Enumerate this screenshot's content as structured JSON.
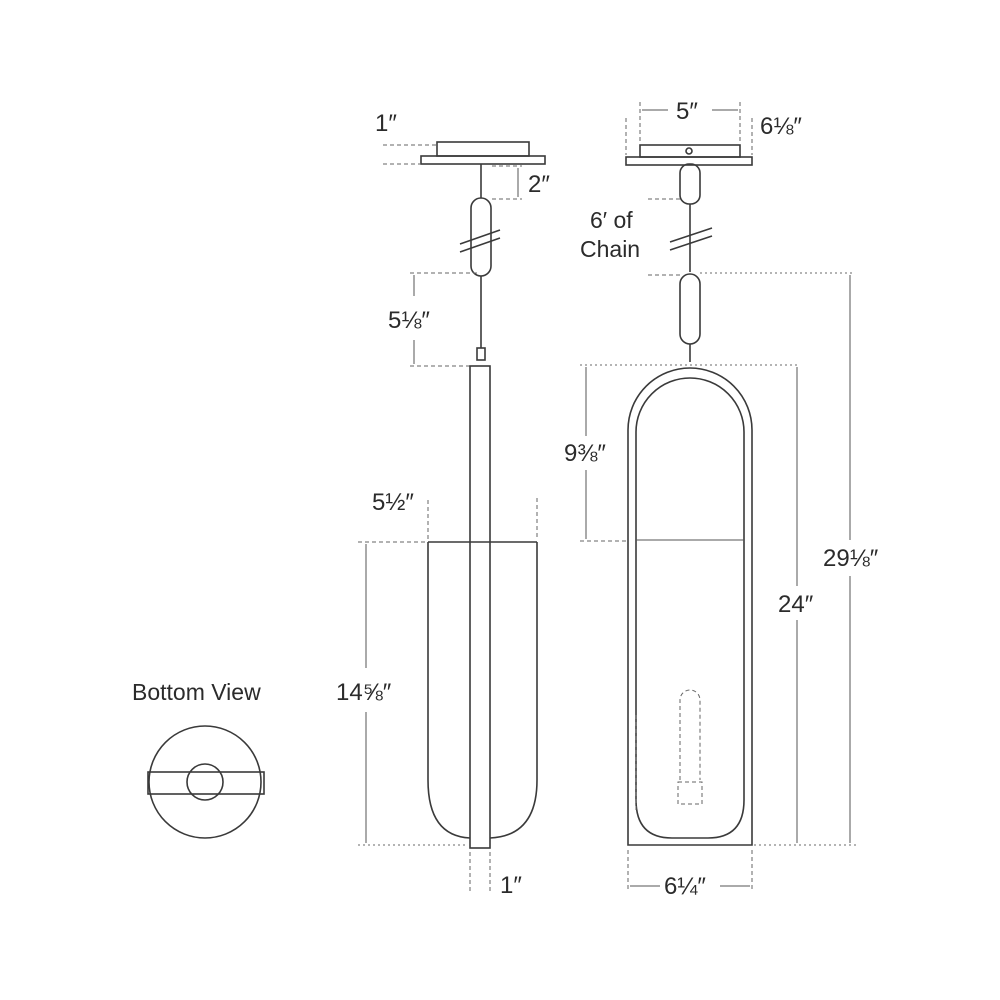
{
  "labels": {
    "bottom_view": "Bottom View",
    "chain_line1": "6′ of",
    "chain_line2": "Chain"
  },
  "dimensions": {
    "canopy_height": "1″",
    "canopy_gap": "2″",
    "rod_top": "5⅛″",
    "side_width": "5½″",
    "shade_height": "14⅝″",
    "rod_width": "1″",
    "canopy_width": "5″",
    "canopy_depth": "6⅛″",
    "loop_height": "9⅜″",
    "body_height": "24″",
    "overall_height": "29⅛″",
    "body_width": "6¼″"
  }
}
